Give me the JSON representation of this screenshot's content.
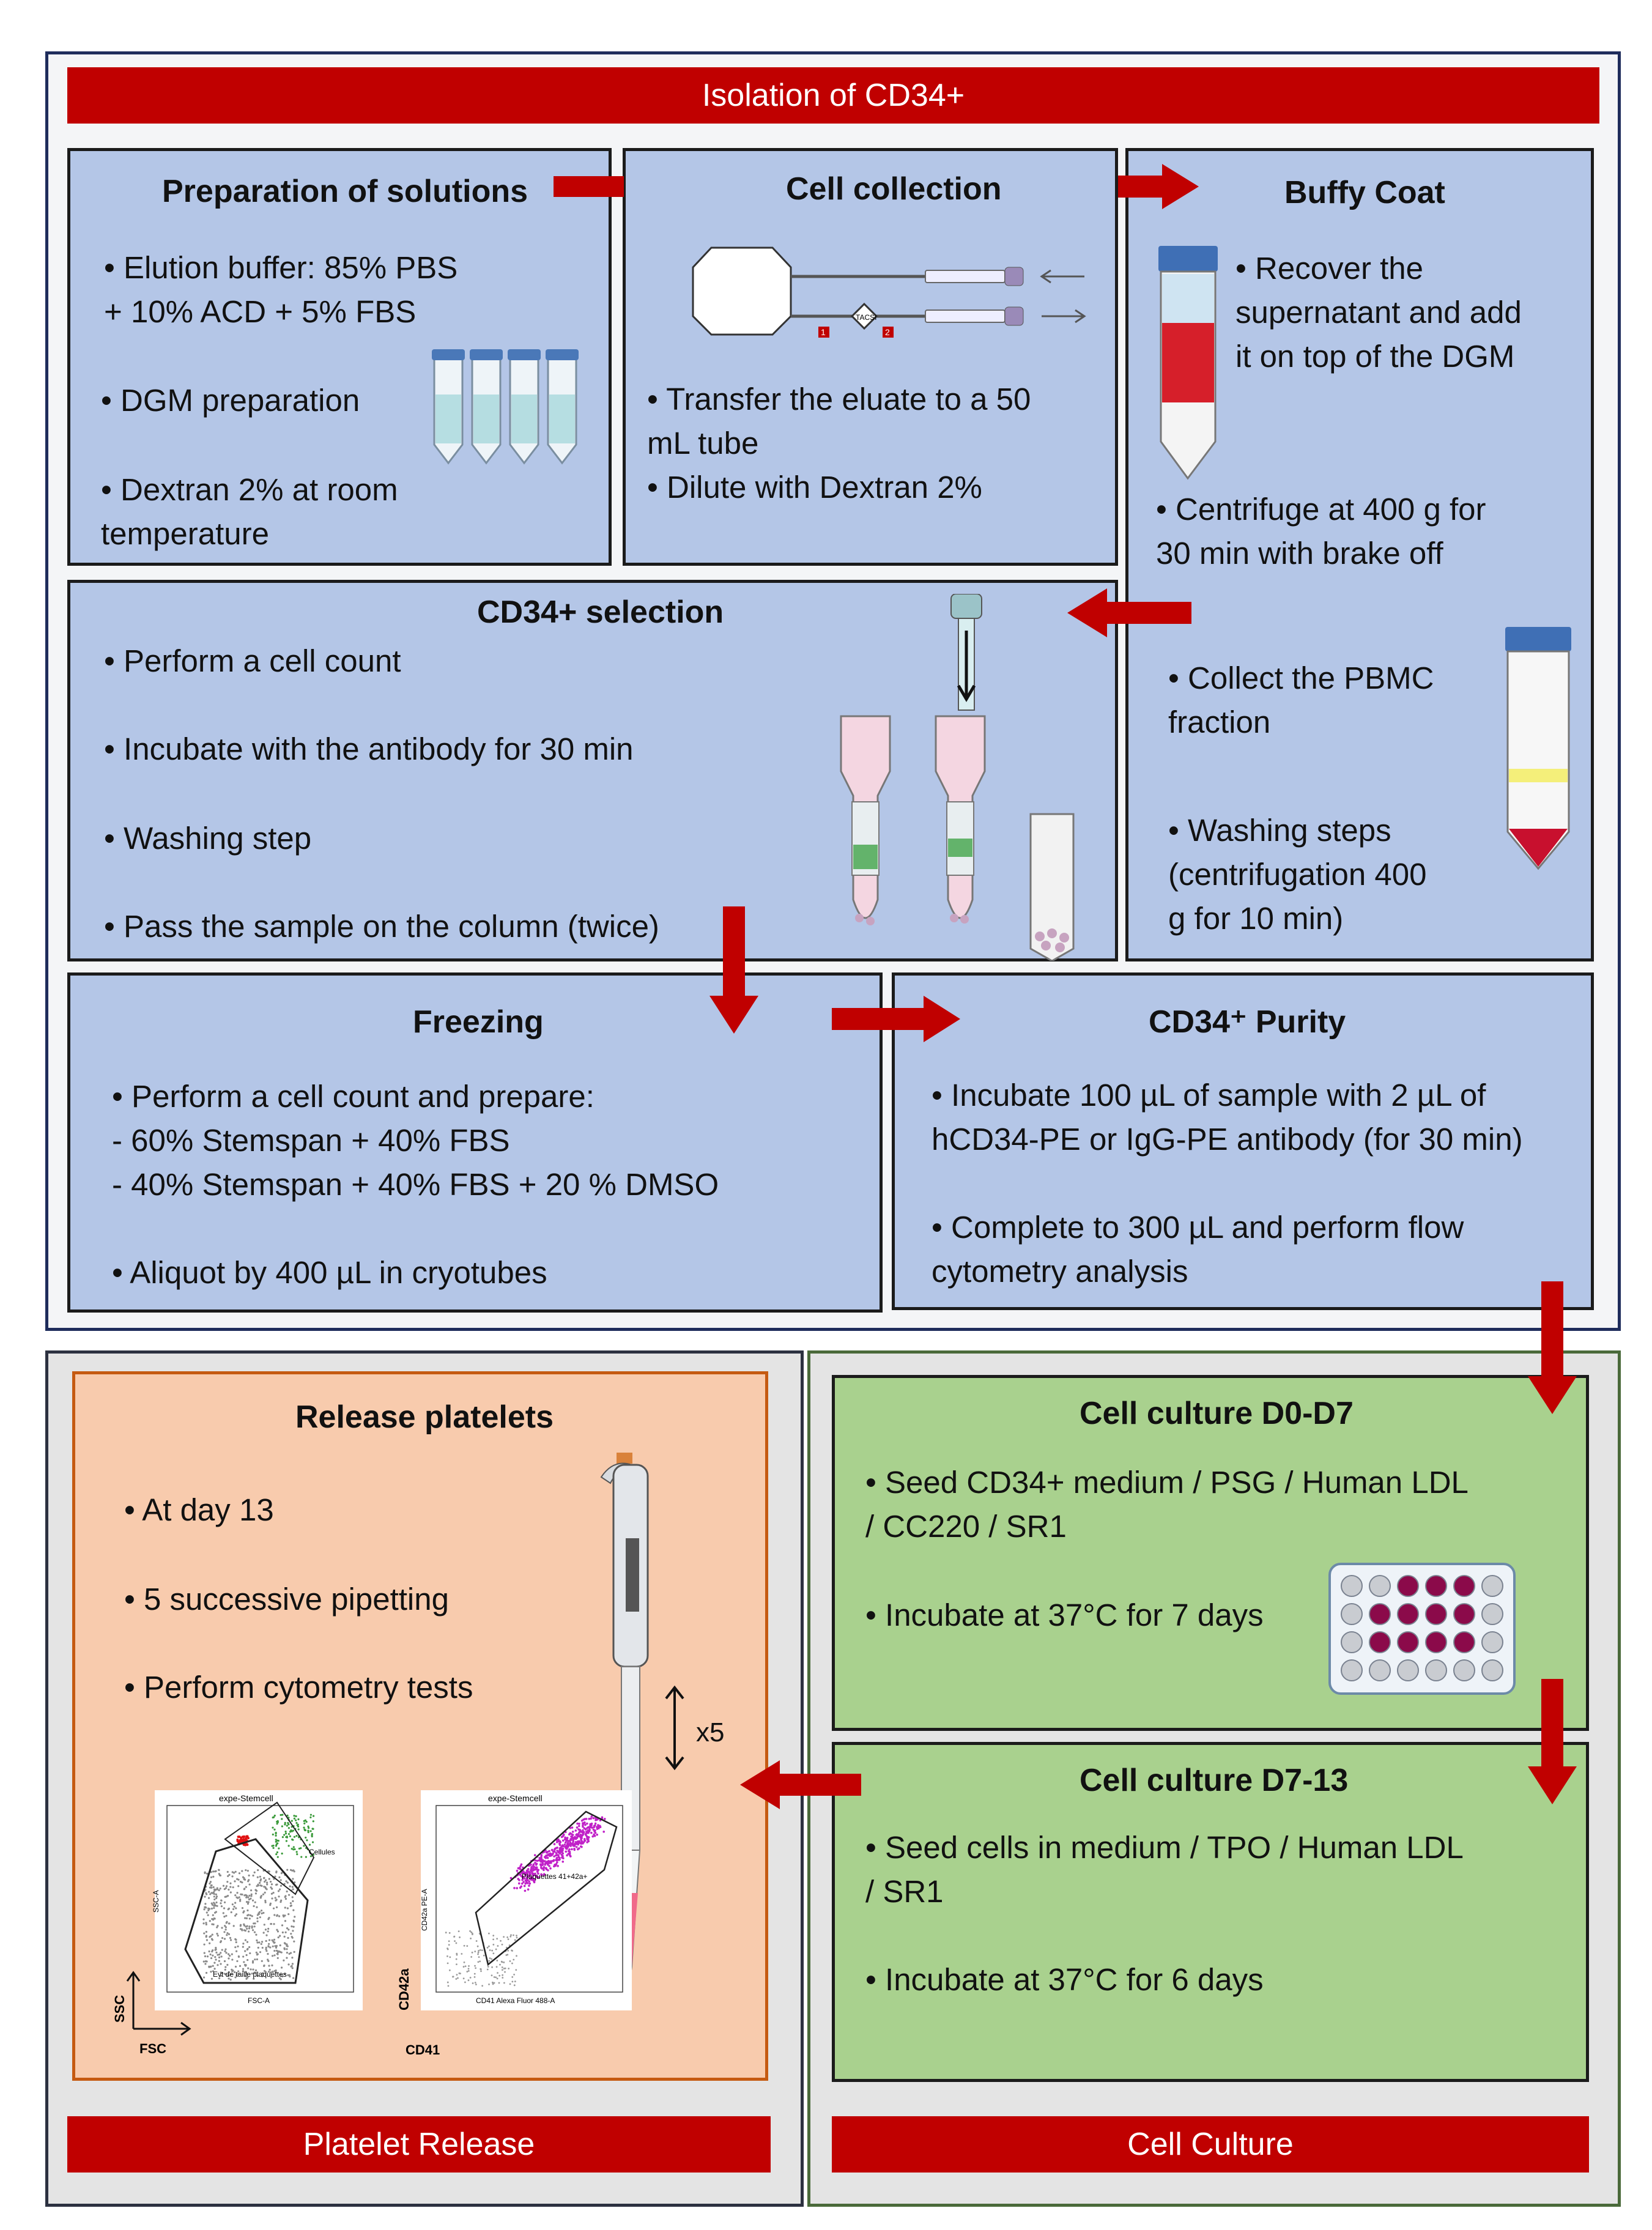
{
  "colors": {
    "banner_red": "#c00000",
    "arrow_red": "#c00000",
    "panel_blue": "#b4c6e7",
    "panel_orange": "#f8cbad",
    "panel_green": "#a9d18e"
  },
  "isolation": {
    "banner": "Isolation of CD34+",
    "prep": {
      "title": "Preparation of solutions",
      "b1": "• Elution buffer: 85% PBS\n+ 10% ACD + 5% FBS",
      "b2": "• DGM preparation",
      "b3": "• Dextran 2% at room\ntemperature"
    },
    "collection": {
      "title": "Cell collection",
      "b1": "• Transfer the eluate to a 50\nmL tube",
      "b2": "• Dilute with Dextran 2%",
      "filter_label": "TACSI",
      "num1": "1",
      "num2": "2"
    },
    "buffy": {
      "title": "Buffy Coat",
      "b1": "• Recover the\nsupernatant and add\nit on top of the DGM",
      "b2": "• Centrifuge at 400 g for\n30 min with brake off",
      "b3": "• Collect the PBMC\nfraction",
      "b4": "• Washing steps\n(centrifugation 400\ng for 10 min)"
    },
    "selection": {
      "title": "CD34+ selection",
      "b1": "• Perform a cell count",
      "b2": "• Incubate with the antibody for 30 min",
      "b3": "• Washing step",
      "b4": "• Pass the sample on the column (twice)"
    },
    "freezing": {
      "title": "Freezing",
      "b1": "• Perform a cell count and prepare:",
      "b2": "-    60% Stemspan + 40% FBS",
      "b3": "-    40% Stemspan + 40% FBS + 20 % DMSO",
      "b4": "• Aliquot by 400 µL in cryotubes"
    },
    "purity": {
      "title": "CD34⁺ Purity",
      "b1": "• Incubate 100 µL of sample with 2 µL of\nhCD34-PE or IgG-PE antibody (for 30 min)",
      "b2": "• Complete to 300 µL and perform flow\ncytometry analysis"
    }
  },
  "release": {
    "banner": "Platelet Release",
    "title": "Release platelets",
    "b1": "• At day 13",
    "b2": "• 5 successive pipetting",
    "b3": "• Perform cytometry tests",
    "x5": "x5",
    "plot1": {
      "header": "expe-Stemcell",
      "ylabel": "SSC-A",
      "xlabel": "FSC-A",
      "gate_cells": "Cellules",
      "gate_platelets": "Evt de taille plaquettes",
      "axis_y": "SSC",
      "axis_x": "FSC"
    },
    "plot2": {
      "header": "expe-Stemcell",
      "ylabel": "CD42a PE-A",
      "xlabel": "CD41 Alexa Fluor 488-A",
      "gate": "Plaquettes 41+42a+",
      "axis_y": "CD42a",
      "axis_x": "CD41"
    }
  },
  "culture": {
    "banner": "Cell Culture",
    "d0": {
      "title": "Cell culture D0-D7",
      "b1": "• Seed CD34+ medium / PSG / Human LDL\n/ CC220 / SR1",
      "b2": "• Incubate at 37°C for 7 days"
    },
    "d7": {
      "title": "Cell culture D7-13",
      "b1": "• Seed cells in medium  / TPO / Human LDL\n/ SR1",
      "b2": "• Incubate at 37°C for 6 days"
    }
  }
}
